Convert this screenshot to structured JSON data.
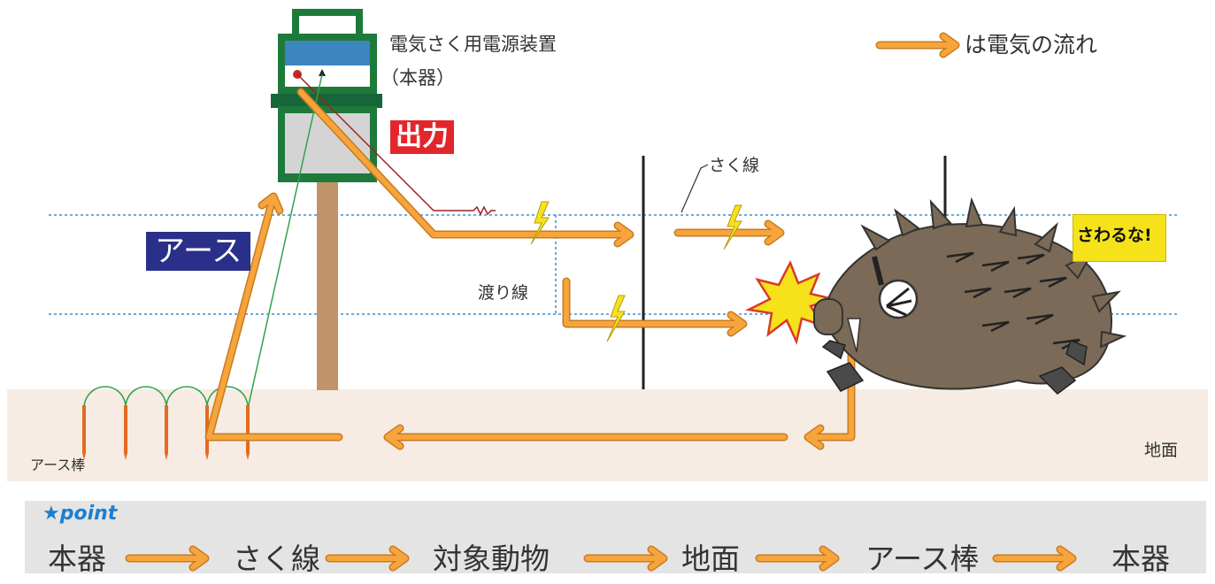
{
  "device": {
    "name": "電気さく用電源装置",
    "sub": "（本器）",
    "output_tag": "出力"
  },
  "earth_tag": "アース",
  "labels": {
    "fence_wire": "さく線",
    "jumper_wire": "渡り線",
    "earth_rod": "アース棒",
    "ground": "地面"
  },
  "legend": {
    "text": "は電気の流れ"
  },
  "sign": {
    "text": "さわるな!"
  },
  "point": {
    "title": "★point",
    "flow": [
      "本器",
      "さく線",
      "対象動物",
      "地面",
      "アース棒",
      "本器"
    ]
  },
  "colors": {
    "arrow": "#f6a43b",
    "device_green": "#1e7a3a",
    "earth_blue": "#2a2f8a",
    "output_red": "#e3262b",
    "ground": "#f6ece3",
    "point_band": "#e4e4e4",
    "dotted_line": "#3a8fd0"
  }
}
